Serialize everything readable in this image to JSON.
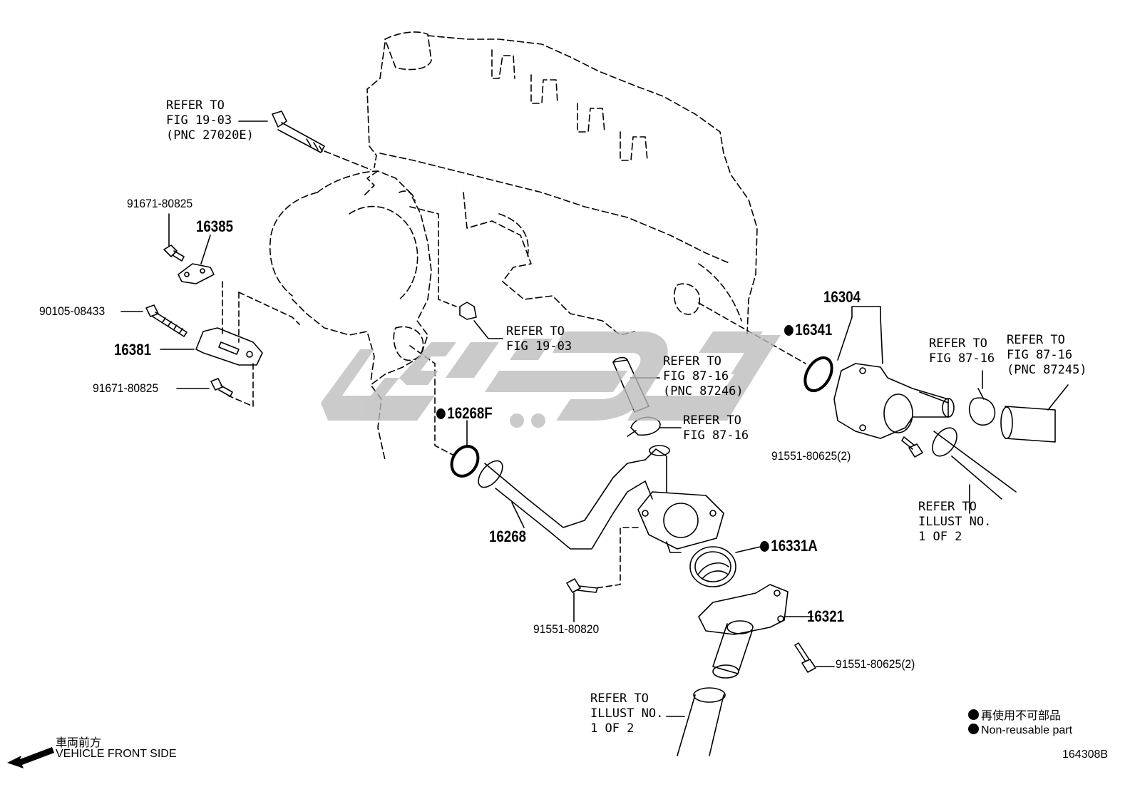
{
  "watermark": "tiki-style logo",
  "colors": {
    "line": "#000000",
    "watermark": "#c8c8c8"
  },
  "labels": {
    "refer_1903_top": "REFER TO\nFIG 19-03\n(PNC 27020E)",
    "p_91671_top": "91671-80825",
    "p_16385": "16385",
    "p_90105": "90105-08433",
    "p_16381": "16381",
    "p_91671_bot": "91671-80825",
    "refer_1903_mid": "REFER TO\nFIG 19-03",
    "refer_8716_a": "REFER TO\nFIG 87-16\n(PNC 87246)",
    "refer_8716_b": "REFER TO\nFIG 87-16",
    "p_16268F": "16268F",
    "p_16268": "16268",
    "p_91551_80820": "91551-80820",
    "p_16331A": "16331A",
    "p_16321": "16321",
    "p_91551_80625_bot": "91551-80625(2)",
    "refer_illust_bot": "REFER TO\nILLUST NO.\n1 OF 2",
    "p_16304": "16304",
    "p_16341": "16341",
    "refer_8716_c": "REFER TO\nFIG 87-16",
    "refer_8716_d": "REFER TO\nFIG 87-16\n(PNC 87245)",
    "p_91551_80625_top": "91551-80625(2)",
    "refer_illust_right": "REFER TO\nILLUST NO.\n1 OF 2"
  },
  "legend": {
    "jp": "再使用不可部品",
    "en": "Non-reusable part"
  },
  "front": {
    "jp": "車両前方",
    "en": "VEHICLE FRONT SIDE"
  },
  "figure_id": "164308B"
}
